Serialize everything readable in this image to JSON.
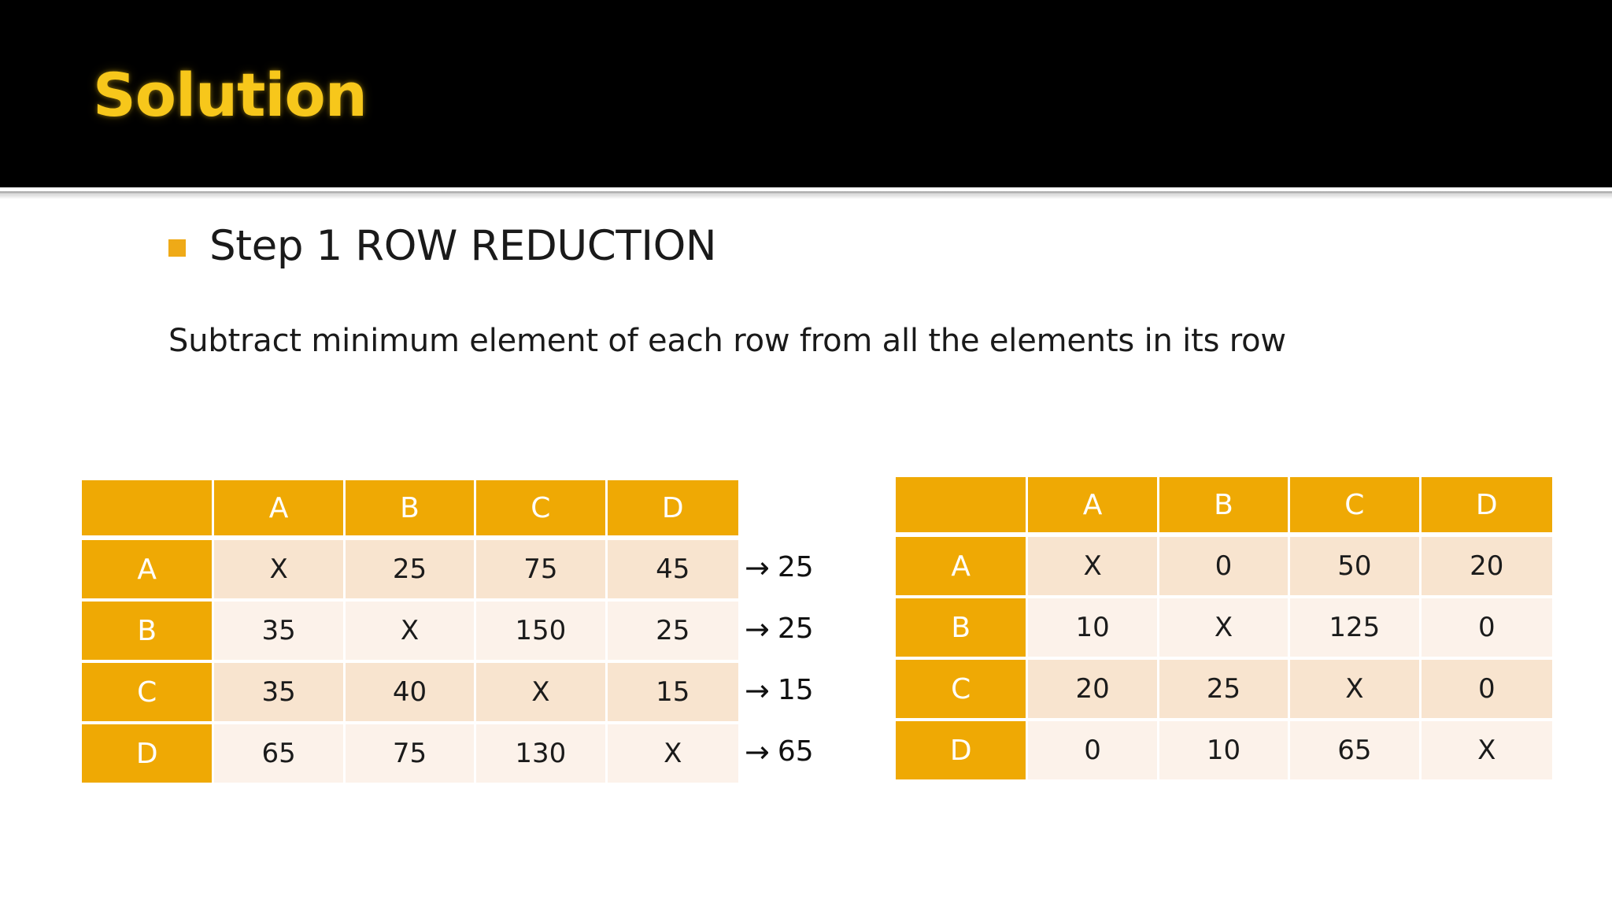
{
  "slide": {
    "title": "Solution",
    "title_color": "#F7C71B",
    "header_background": "#000000",
    "accent_color": "#EFA904",
    "cell_shade_dark": "#F8E4CF",
    "cell_shade_light": "#FCF2EA"
  },
  "bullet": {
    "marker": "square-bullet",
    "text": "Step 1  ROW REDUCTION"
  },
  "subtitle": {
    "text": "Subtract minimum element of each row from all the elements in its row"
  },
  "tables": [
    {
      "id": "cost-matrix-original",
      "corner_label": "",
      "columns": [
        "A",
        "B",
        "C",
        "D"
      ],
      "rows": [
        {
          "label": "A",
          "cells": [
            "X",
            "25",
            "75",
            "45"
          ]
        },
        {
          "label": "B",
          "cells": [
            "35",
            "X",
            "150",
            "25"
          ]
        },
        {
          "label": "C",
          "cells": [
            "35",
            "40",
            "X",
            "15"
          ]
        },
        {
          "label": "D",
          "cells": [
            "65",
            "75",
            "130",
            "X"
          ]
        }
      ]
    },
    {
      "id": "cost-matrix-row-reduced",
      "corner_label": "",
      "columns": [
        "A",
        "B",
        "C",
        "D"
      ],
      "rows": [
        {
          "label": "A",
          "cells": [
            "X",
            "0",
            "50",
            "20"
          ]
        },
        {
          "label": "B",
          "cells": [
            "10",
            "X",
            "125",
            "0"
          ]
        },
        {
          "label": "C",
          "cells": [
            "20",
            "25",
            "X",
            "0"
          ]
        },
        {
          "label": "D",
          "cells": [
            "0",
            "10",
            "65",
            "X"
          ]
        }
      ]
    }
  ],
  "row_minimums": {
    "arrow_glyph": "→",
    "items": [
      {
        "row": "A",
        "value": "25"
      },
      {
        "row": "B",
        "value": "25"
      },
      {
        "row": "C",
        "value": "15"
      },
      {
        "row": "D",
        "value": "65"
      }
    ]
  }
}
